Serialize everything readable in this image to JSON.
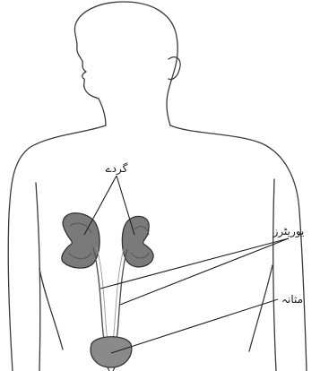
{
  "labels": {
    "kidneys": "گردے",
    "ureters": "یوریٹرز",
    "bladder": "مثانہ"
  }
}
